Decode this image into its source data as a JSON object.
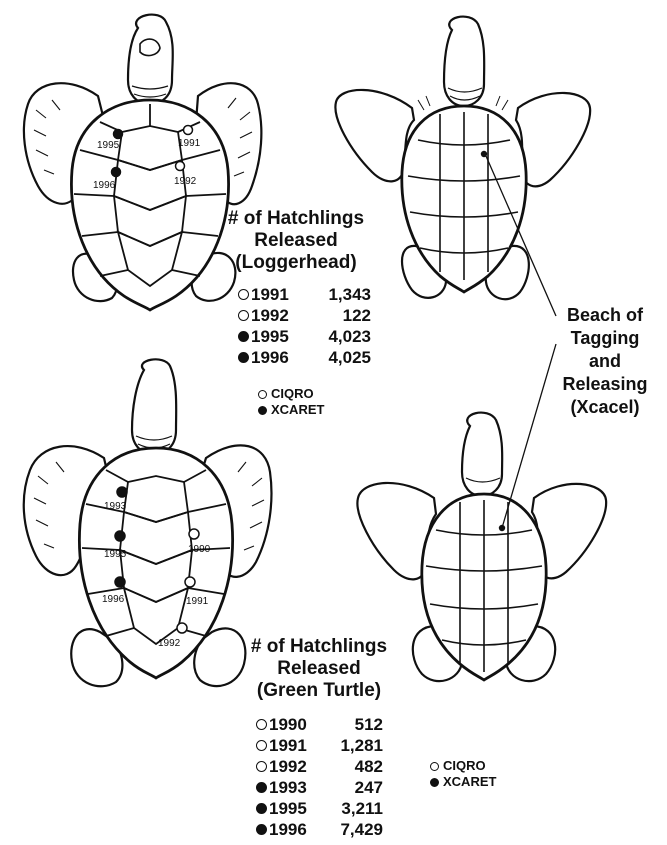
{
  "loggerhead": {
    "title_lines": [
      "# of Hatchlings",
      "Released",
      "(Loggerhead)"
    ],
    "rows": [
      {
        "year": "1991",
        "count": "1,343",
        "beach": "CIQRO"
      },
      {
        "year": "1992",
        "count": "122",
        "beach": "CIQRO"
      },
      {
        "year": "1995",
        "count": "4,023",
        "beach": "XCARET"
      },
      {
        "year": "1996",
        "count": "4,025",
        "beach": "XCARET"
      }
    ],
    "shell_labels": [
      "1995",
      "1991",
      "1996",
      "1992"
    ]
  },
  "green_turtle": {
    "title_lines": [
      "# of Hatchlings",
      "Released",
      "(Green Turtle)"
    ],
    "rows": [
      {
        "year": "1990",
        "count": "512",
        "beach": "CIQRO"
      },
      {
        "year": "1991",
        "count": "1,281",
        "beach": "CIQRO"
      },
      {
        "year": "1992",
        "count": "482",
        "beach": "CIQRO"
      },
      {
        "year": "1993",
        "count": "247",
        "beach": "XCARET"
      },
      {
        "year": "1995",
        "count": "3,211",
        "beach": "XCARET"
      },
      {
        "year": "1996",
        "count": "7,429",
        "beach": "XCARET"
      }
    ],
    "shell_labels": [
      "1993",
      "1995",
      "1990",
      "1996",
      "1991",
      "1992"
    ]
  },
  "legend": {
    "open_label": "CIQRO",
    "filled_label": "XCARET"
  },
  "beach_label_lines": [
    "Beach of",
    "Tagging",
    "and",
    "Releasing",
    "(Xcacel)"
  ],
  "colors": {
    "ink": "#111111",
    "paper": "#ffffff"
  }
}
